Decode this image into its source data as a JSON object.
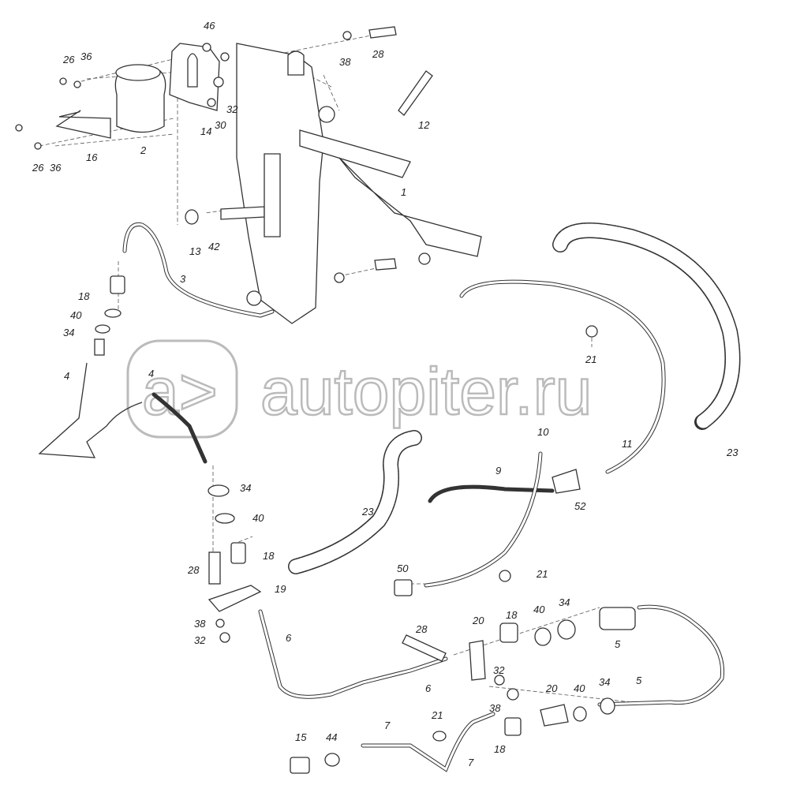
{
  "watermark": {
    "text": "autopiter.ru",
    "logo_text": "a>"
  },
  "callouts": [
    "46",
    "26",
    "36",
    "38",
    "28",
    "32",
    "30",
    "14",
    "12",
    "2",
    "16",
    "26",
    "36",
    "1",
    "13",
    "42",
    "3",
    "18",
    "40",
    "34",
    "4",
    "4",
    "21",
    "23",
    "10",
    "11",
    "9",
    "52",
    "34",
    "40",
    "23",
    "18",
    "28",
    "19",
    "50",
    "21",
    "20",
    "18",
    "40",
    "34",
    "28",
    "38",
    "32",
    "6",
    "5",
    "32",
    "6",
    "20",
    "40",
    "34",
    "5",
    "38",
    "21",
    "7",
    "15",
    "44",
    "18",
    "7"
  ]
}
